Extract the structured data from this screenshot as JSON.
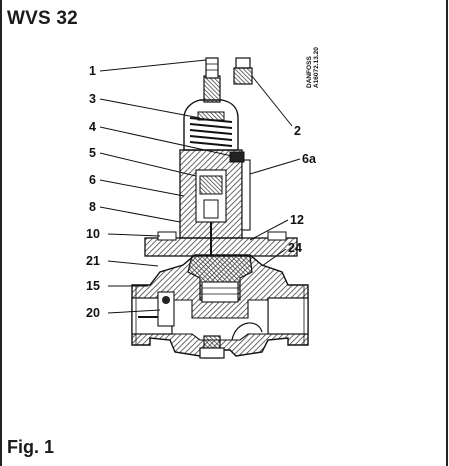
{
  "header": {
    "title": "WVS 32"
  },
  "figure": {
    "caption": "Fig. 1",
    "credit_lines": [
      "DANFOSS",
      "A16072.13.20"
    ]
  },
  "callouts": [
    "1",
    "2",
    "3",
    "4",
    "5",
    "6",
    "6a",
    "8",
    "10",
    "12",
    "21",
    "24",
    "15",
    "20"
  ],
  "colors": {
    "ink": "#111111",
    "hatch": "#444444",
    "frame": "#222222"
  }
}
